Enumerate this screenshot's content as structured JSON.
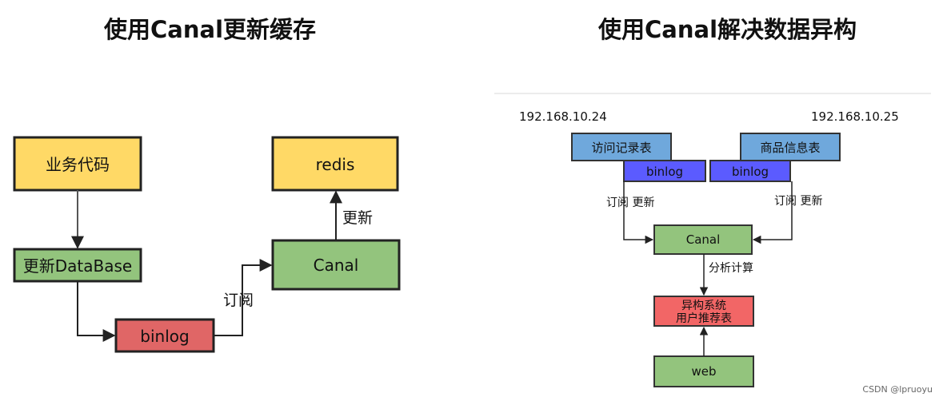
{
  "left": {
    "title": "使用Canal更新缓存",
    "nodes": {
      "business_code": "业务代码",
      "update_db": "更新DataBase",
      "binlog": "binlog",
      "canal": "Canal",
      "redis": "redis"
    },
    "edges": {
      "subscribe": "订阅",
      "update": "更新"
    }
  },
  "right": {
    "title": "使用Canal解决数据异构",
    "ip_left": "192.168.10.24",
    "ip_right": "192.168.10.25",
    "nodes": {
      "access_table": "访问记录表",
      "product_table": "商品信息表",
      "binlog_left": "binlog",
      "binlog_right": "binlog",
      "canal": "Canal",
      "hetero_line1": "异构系统",
      "hetero_line2": "用户推荐表",
      "web": "web"
    },
    "edges": {
      "sub_update_left": "订阅 更新",
      "sub_update_right": "订阅 更新",
      "analyze": "分析计算"
    }
  },
  "watermark": "CSDN @lpruoyu",
  "colors": {
    "yellow": "#FFD966",
    "green": "#93C47D",
    "red": "#E06666",
    "blue_light": "#6FA8DC",
    "blue_dark": "#5B5BFF",
    "red_box": "#F26666"
  }
}
